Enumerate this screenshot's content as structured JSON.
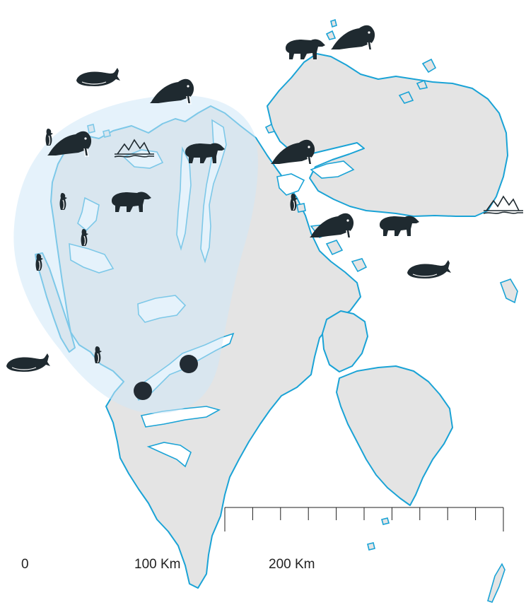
{
  "map": {
    "colors": {
      "land": "#e4e4e4",
      "coastline": "#1aa3d6",
      "protected_zone": "#cfe8f7",
      "symbols": "#1f2a30"
    },
    "symbols": {
      "walrus": "walrus-icon",
      "polar_bear": "polar-bear-icon",
      "whale": "whale-icon",
      "seabird": "seabird-icon",
      "glacier": "glacier-icon",
      "site": "site-marker"
    }
  },
  "scale_bar": {
    "labels": [
      "0",
      "100 Km",
      "200 Km"
    ],
    "ticks": 10
  }
}
